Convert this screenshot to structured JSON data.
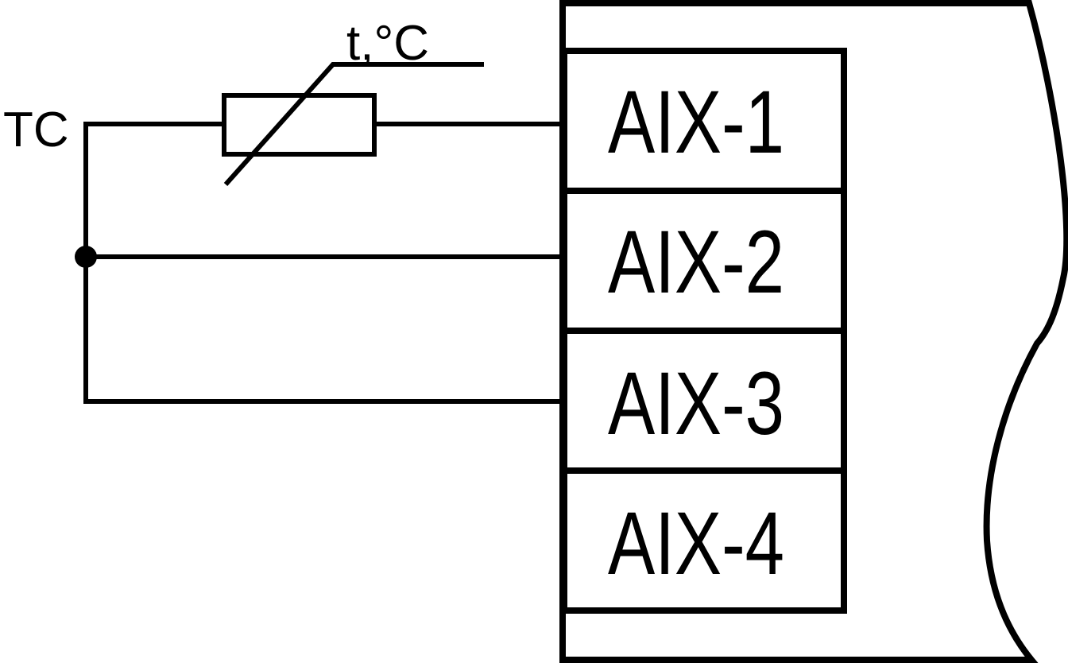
{
  "sensor": {
    "label": "TC",
    "temperature_label": "t,°C"
  },
  "terminals": [
    {
      "label": "AIX-1"
    },
    {
      "label": "AIX-2"
    },
    {
      "label": "AIX-3"
    },
    {
      "label": "AIX-4"
    }
  ],
  "colors": {
    "line": "#000000",
    "background": "#ffffff"
  }
}
